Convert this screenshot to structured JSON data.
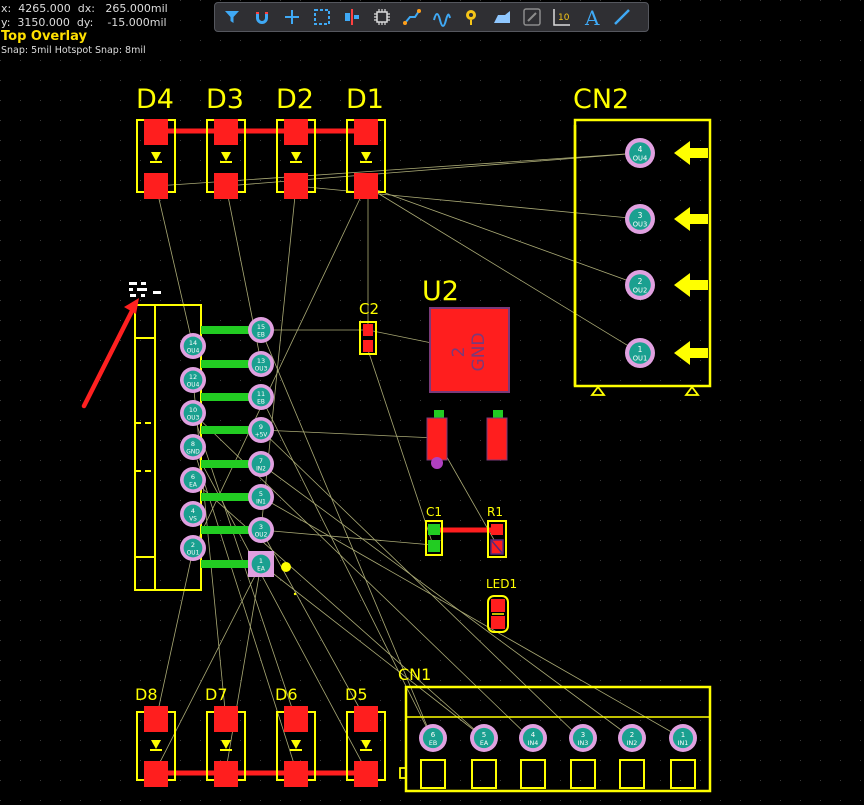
{
  "hud": {
    "x_label": "x:",
    "x_value": "4265.000",
    "dx_label": "dx:",
    "dx_value": "265.000mil",
    "y_label": "y:",
    "y_value": "3150.000",
    "dy_label": "dy:",
    "dy_value": "-15.000mil",
    "layer": "Top Overlay",
    "snap": "Snap: 5mil Hotspot Snap: 8mil"
  },
  "toolbar": {
    "items": [
      {
        "icon": "filter-icon"
      },
      {
        "icon": "magnet-icon"
      },
      {
        "icon": "crosshair-icon"
      },
      {
        "icon": "select-rect-icon"
      },
      {
        "icon": "align-icon"
      },
      {
        "icon": "component-icon"
      },
      {
        "icon": "route-icon"
      },
      {
        "icon": "diff-pair-icon"
      },
      {
        "icon": "via-icon"
      },
      {
        "icon": "polygon-icon"
      },
      {
        "icon": "keepout-icon"
      },
      {
        "icon": "dimension-icon"
      },
      {
        "icon": "text-icon"
      },
      {
        "icon": "line-icon"
      }
    ],
    "text_glyph": "A",
    "dimension_glyph": "10"
  },
  "colors": {
    "background": "#000000",
    "overlay": "#ffff00",
    "pad": "#ff1e1e",
    "copper": "#ff1e1e",
    "through_pad": "#e0a0e0",
    "pad_core": "#1aa090",
    "ratsnest": "#c8c88a",
    "green": "#22cc22",
    "arrow": "#ff2020"
  },
  "designators": {
    "D4": "D4",
    "D3": "D3",
    "D2": "D2",
    "D1": "D1",
    "CN2": "CN2",
    "U2": "U2",
    "C2": "C2",
    "C1": "C1",
    "R1": "R1",
    "LED1": "LED1",
    "CN1": "CN1",
    "D8": "D8",
    "D7": "D7",
    "D6": "D6",
    "D5": "D5"
  },
  "u2_pad": {
    "num": "2",
    "net": "GND"
  },
  "cn2_pins": [
    {
      "num": "4",
      "net": "OU4"
    },
    {
      "num": "3",
      "net": "OU3"
    },
    {
      "num": "2",
      "net": "OU2"
    },
    {
      "num": "1",
      "net": "OU1"
    }
  ],
  "cn1_pins": [
    {
      "num": "6",
      "net": "EB"
    },
    {
      "num": "5",
      "net": "EA"
    },
    {
      "num": "4",
      "net": "IN4"
    },
    {
      "num": "3",
      "net": "IN3"
    },
    {
      "num": "2",
      "net": "IN2"
    },
    {
      "num": "1",
      "net": "IN1"
    }
  ],
  "u1_left": [
    {
      "num": "14",
      "net": "OU4"
    },
    {
      "num": "12",
      "net": "OU4"
    },
    {
      "num": "10",
      "net": "OU3"
    },
    {
      "num": "8",
      "net": "GND"
    },
    {
      "num": "6",
      "net": "EA"
    },
    {
      "num": "4",
      "net": "VS"
    },
    {
      "num": "2",
      "net": "OU1"
    }
  ],
  "u1_right": [
    {
      "num": "15",
      "net": "EB"
    },
    {
      "num": "13",
      "net": "OU3"
    },
    {
      "num": "11",
      "net": "EB"
    },
    {
      "num": "9",
      "net": "+5V"
    },
    {
      "num": "7",
      "net": "IN2"
    },
    {
      "num": "5",
      "net": "IN1"
    },
    {
      "num": "3",
      "net": "OU2"
    },
    {
      "num": "1",
      "net": "EA"
    }
  ]
}
